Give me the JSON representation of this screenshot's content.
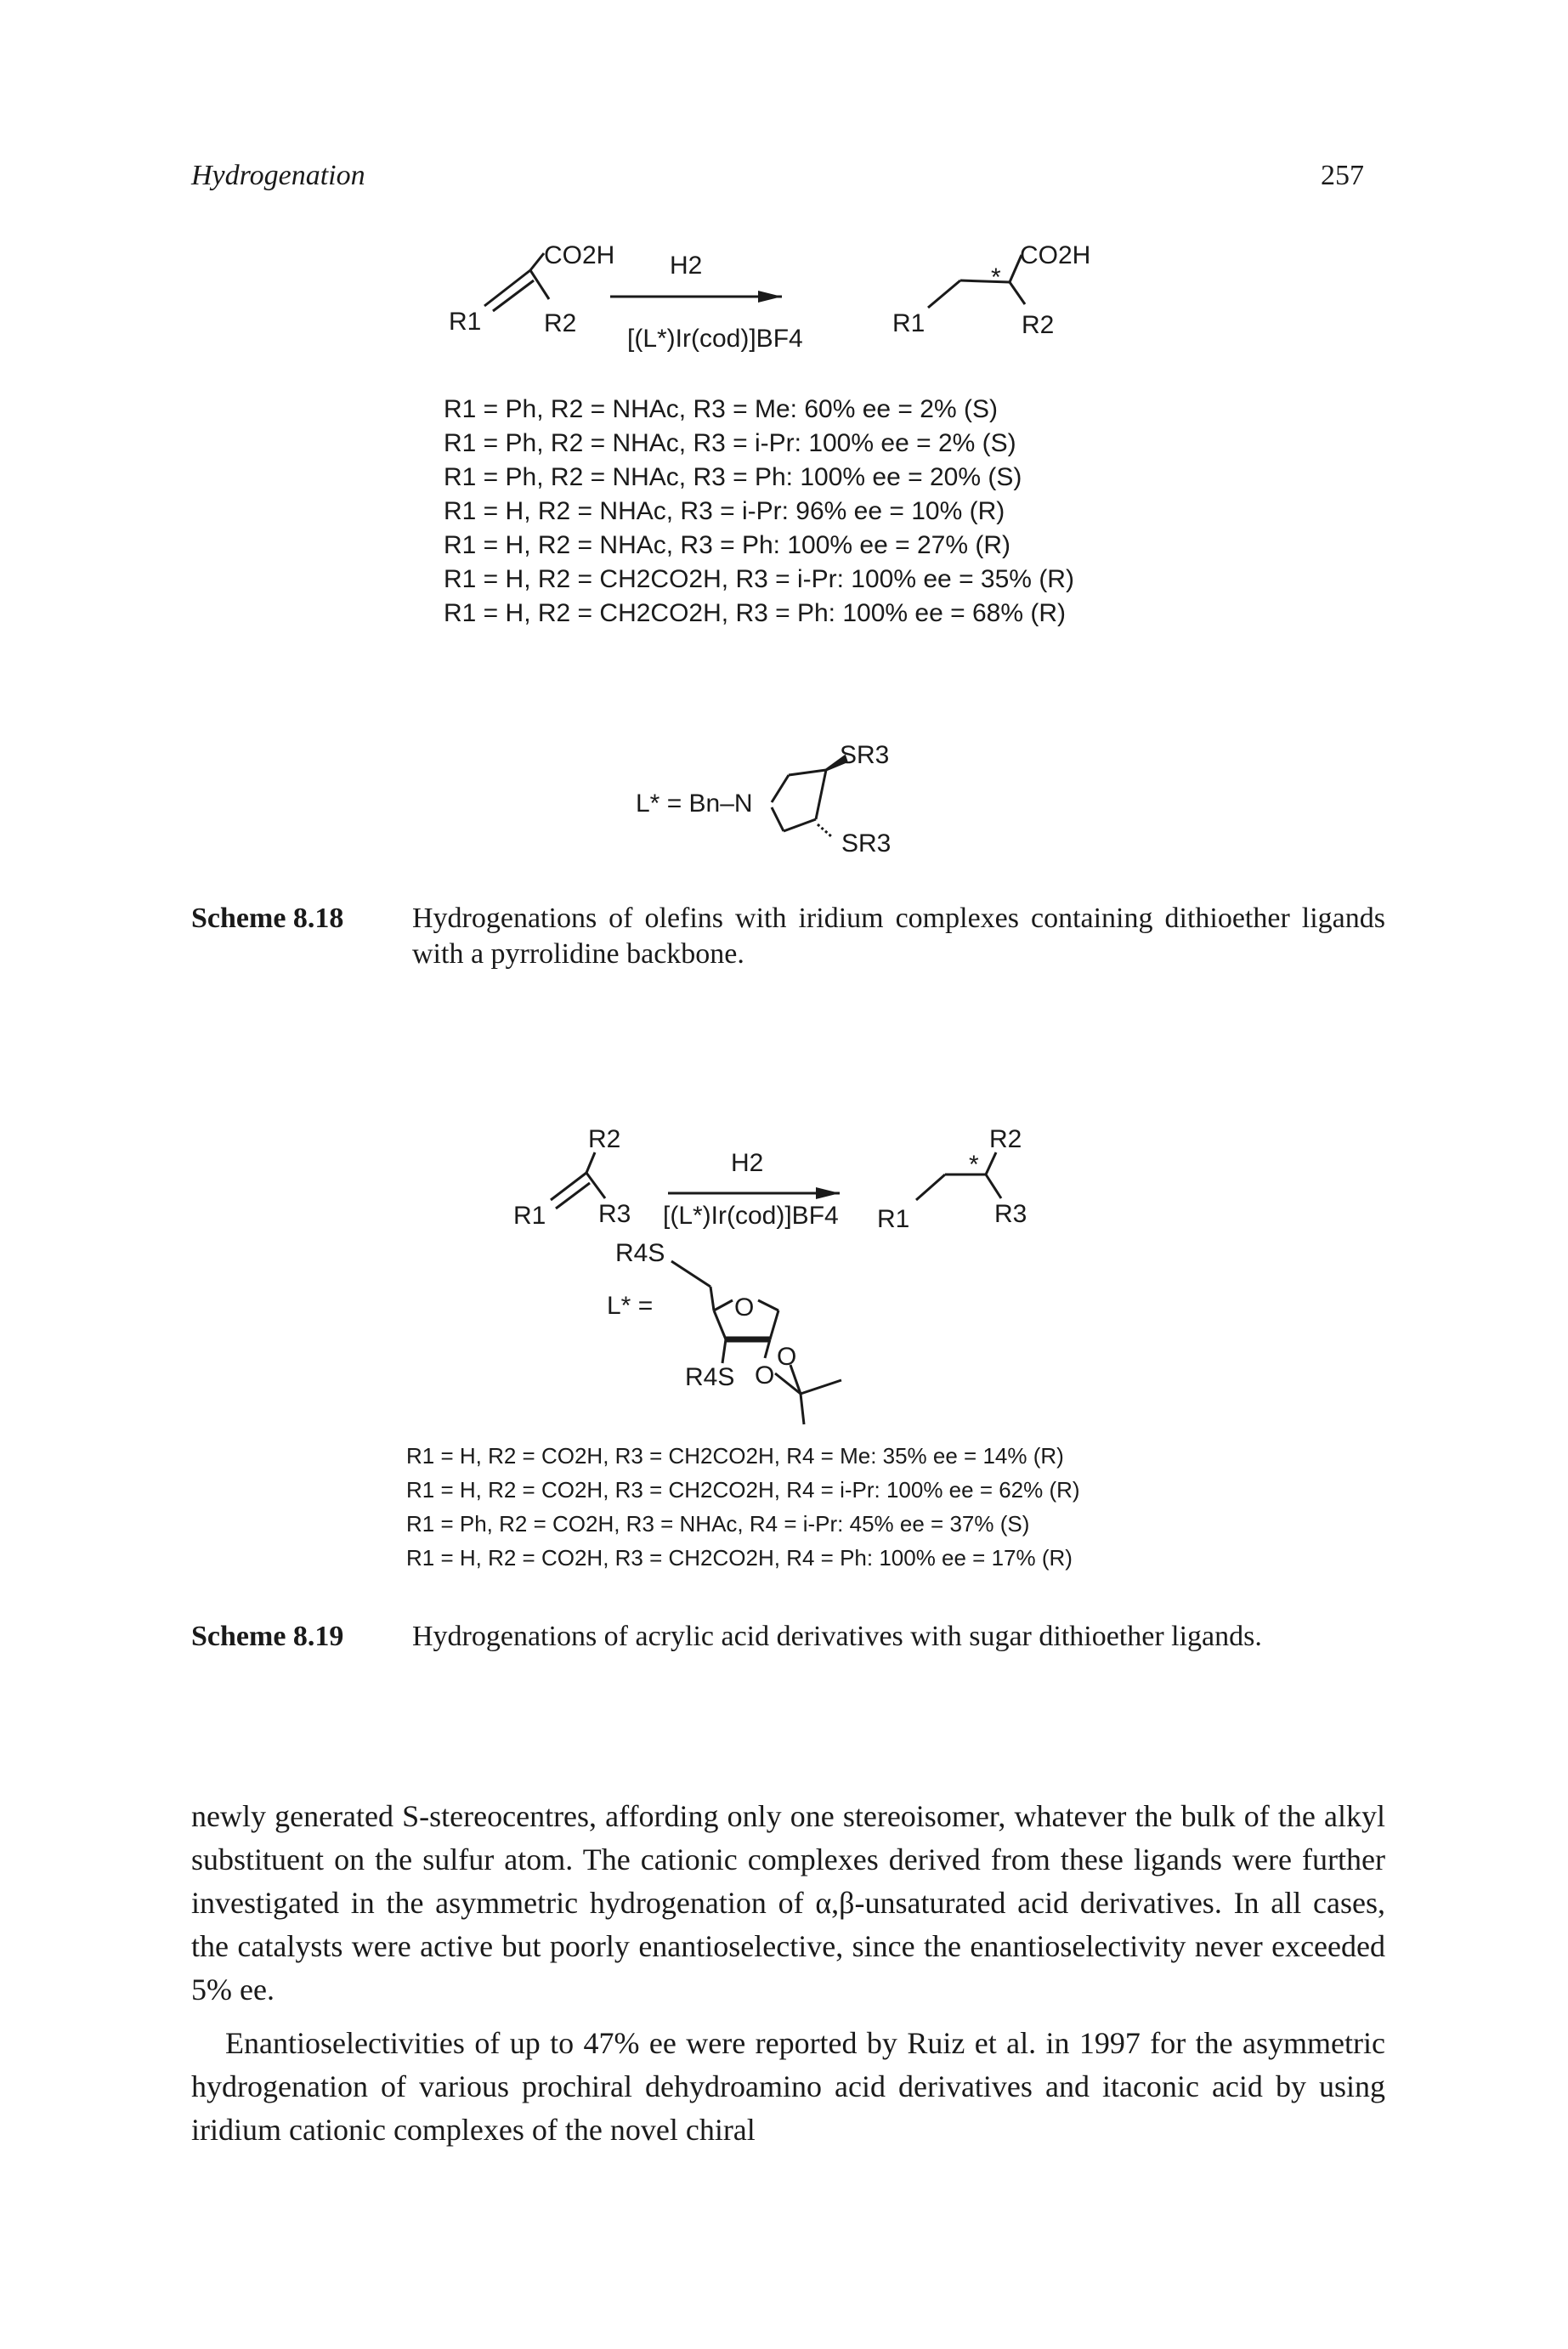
{
  "header": {
    "running_title": "Hydrogenation",
    "page_number": "257"
  },
  "scheme_818": {
    "reagent_top": "H2",
    "reagent_bottom": "[(L*)Ir(cod)]BF4",
    "reactant": {
      "group_top": "CO2H",
      "r1": "R1",
      "r2": "R2"
    },
    "product": {
      "group_top": "CO2H",
      "r1": "R1",
      "r2": "R2",
      "stereo_mark": "*"
    },
    "results": [
      "R1 = Ph, R2 = NHAc, R3 = Me: 60% ee = 2% (S)",
      "R1 = Ph, R2 = NHAc, R3 = i-Pr: 100% ee = 2% (S)",
      "R1 = Ph, R2 = NHAc, R3 = Ph: 100% ee = 20% (S)",
      "R1 = H, R2 = NHAc, R3 = i-Pr: 96% ee = 10% (R)",
      "R1 = H, R2 = NHAc, R3 = Ph: 100% ee = 27% (R)",
      "R1 = H, R2 = CH2CO2H, R3 = i-Pr: 100% ee = 35% (R)",
      "R1 = H, R2 = CH2CO2H, R3 = Ph: 100% ee = 68% (R)"
    ],
    "ligand": {
      "prefix": "L* = Bn–N",
      "sr_top": "SR3",
      "sr_bottom": "SR3"
    },
    "caption_label": "Scheme 8.18",
    "caption_text": "Hydrogenations of olefins with iridium complexes containing dithioether ligands with a pyrrolidine backbone."
  },
  "scheme_819": {
    "reagent_top": "H2",
    "reagent_bottom": "[(L*)Ir(cod)]BF4",
    "reactant": {
      "r1": "R1",
      "r2": "R2",
      "r3": "R3"
    },
    "product": {
      "r1": "R1",
      "r2": "R2",
      "r3": "R3",
      "stereo_mark": "*"
    },
    "ligand": {
      "prefix": "L* =",
      "sr_top": "R4S",
      "sr_bottom": "R4S",
      "ring_o": "O",
      "o_left": "O",
      "o_right": "O"
    },
    "results": [
      "R1 = H, R2 = CO2H, R3 = CH2CO2H, R4 = Me: 35% ee = 14% (R)",
      "R1 = H, R2 = CO2H, R3 = CH2CO2H, R4 = i-Pr: 100% ee = 62% (R)",
      "R1 = Ph, R2 = CO2H, R3 = NHAc, R4 = i-Pr: 45% ee = 37% (S)",
      "R1 = H, R2 = CO2H, R3 = CH2CO2H, R4 = Ph: 100% ee = 17% (R)"
    ],
    "caption_label": "Scheme 8.19",
    "caption_text": "Hydrogenations of acrylic acid derivatives with sugar dithioether ligands."
  },
  "body": {
    "paragraph_1": "newly generated S-stereocentres, affording only one stereoisomer, whatever the bulk of the alkyl substituent on the sulfur atom. The cationic complexes derived from these ligands were further investigated in the asymmetric hydrogenation of α,β-unsaturated acid derivatives. In all cases, the catalysts were active but poorly enantioselective, since the enantioselectivity never exceeded 5% ee.",
    "paragraph_2": "Enantioselectivities of up to 47% ee were reported by Ruiz et al. in 1997 for the asymmetric hydrogenation of various prochiral dehydroamino acid derivatives and itaconic acid by using iridium cationic complexes of the novel chiral"
  }
}
